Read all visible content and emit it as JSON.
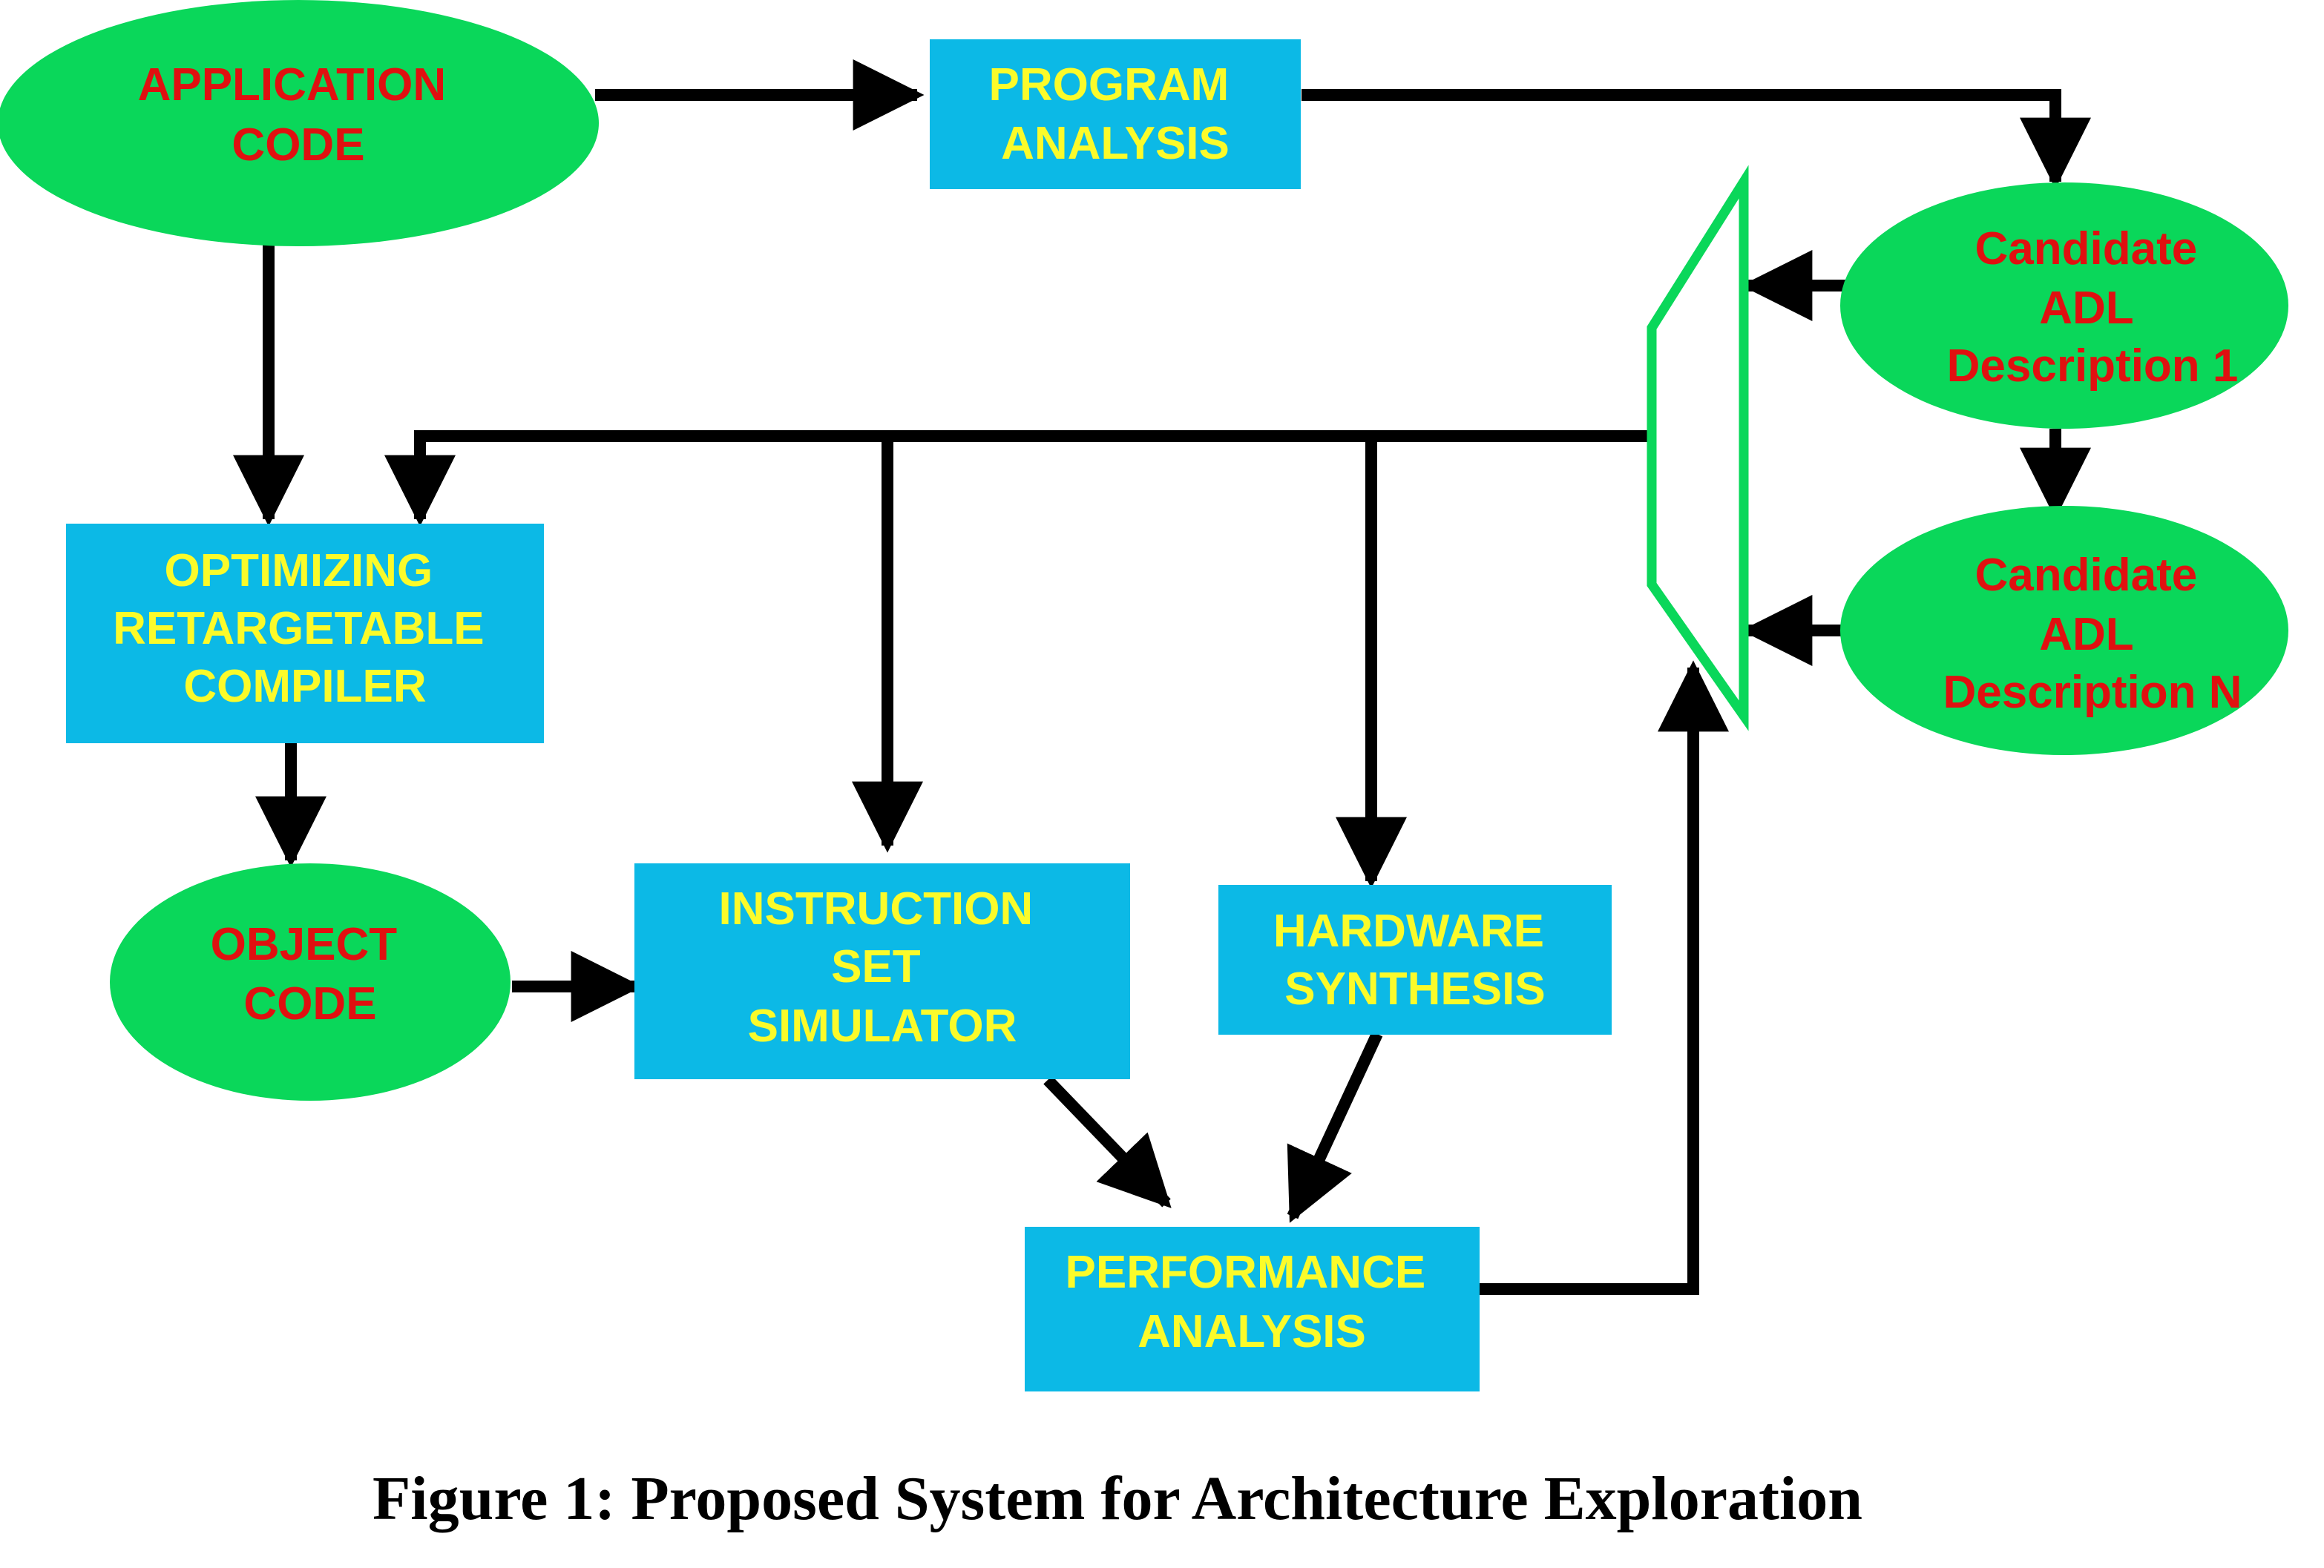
{
  "colors": {
    "ellipse_fill": "#0ad75a",
    "box_fill": "#0cb9e6",
    "ellipse_text": "#e01010",
    "box_text": "#fbfb2a",
    "connector": "#000000",
    "mux_stroke": "#0ad75a"
  },
  "nodes": {
    "application_code": {
      "lines": [
        "APPLICATION",
        "CODE"
      ]
    },
    "program_analysis": {
      "lines": [
        "PROGRAM",
        "ANALYSIS"
      ]
    },
    "candidate_adl_1": {
      "lines": [
        "Candidate",
        "ADL",
        "Description 1"
      ]
    },
    "candidate_adl_n": {
      "lines": [
        "Candidate",
        "ADL",
        "Description N"
      ]
    },
    "compiler": {
      "lines": [
        "OPTIMIZING",
        "RETARGETABLE",
        "COMPILER"
      ]
    },
    "object_code": {
      "lines": [
        "OBJECT",
        "CODE"
      ]
    },
    "simulator": {
      "lines": [
        "INSTRUCTION",
        "SET",
        "SIMULATOR"
      ]
    },
    "hardware_synthesis": {
      "lines": [
        "HARDWARE",
        "SYNTHESIS"
      ]
    },
    "performance_analysis": {
      "lines": [
        "PERFORMANCE",
        "ANALYSIS"
      ]
    }
  },
  "caption": "Figure 1: Proposed System for Architecture Exploration"
}
